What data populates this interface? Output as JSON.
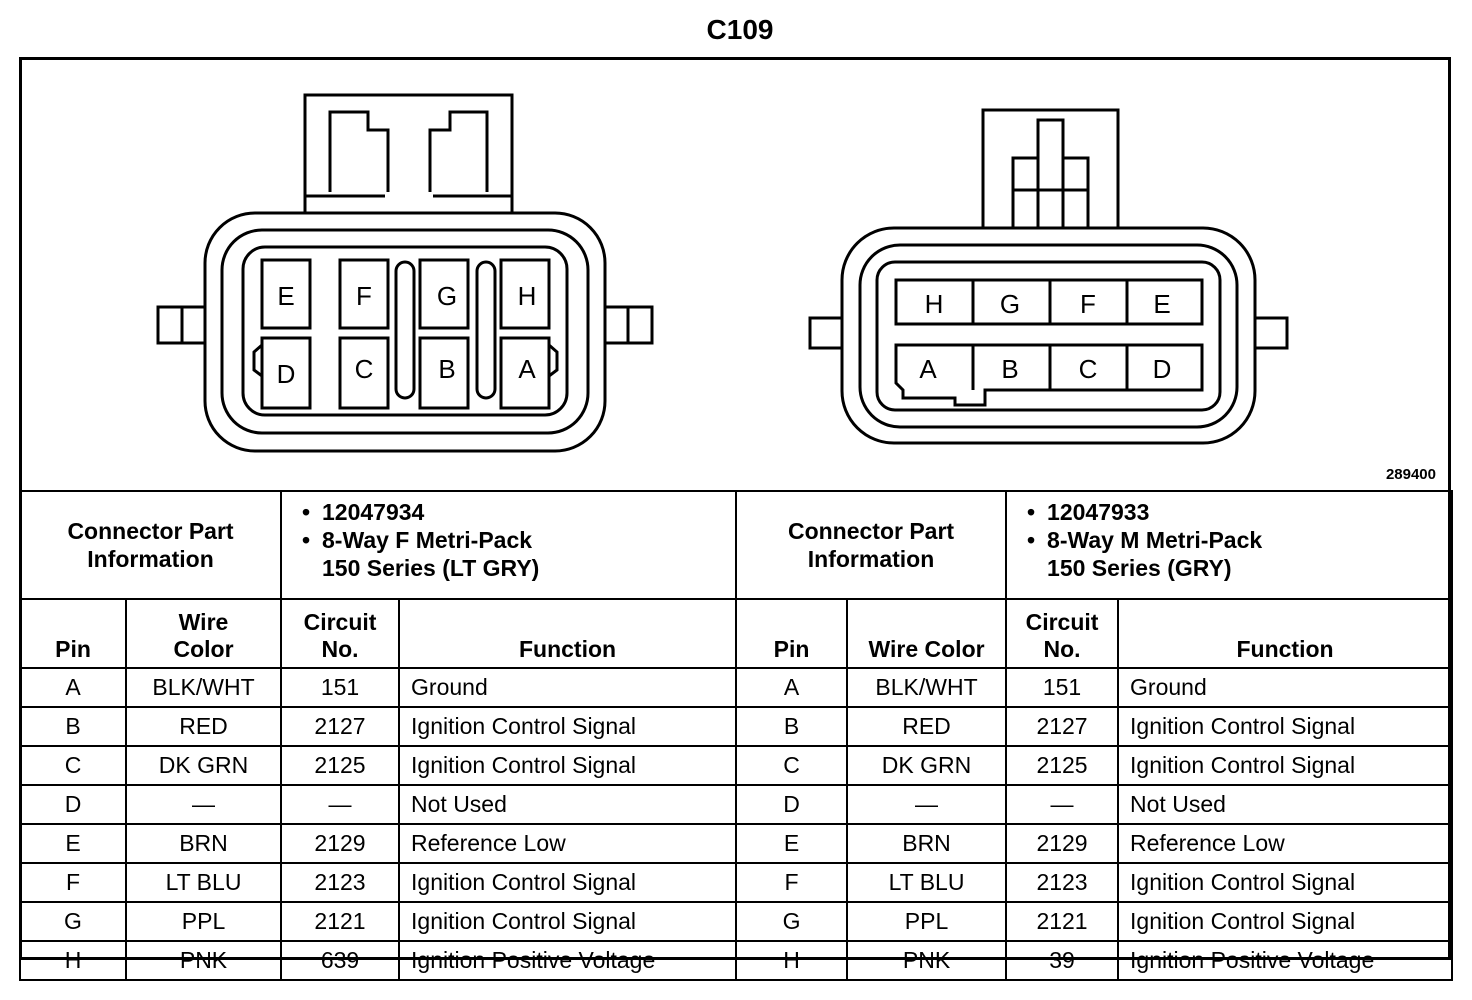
{
  "title": "C109",
  "figure_id": "289400",
  "left_connector": {
    "pins_top": [
      "E",
      "F",
      "G",
      "H"
    ],
    "pins_bottom": [
      "D",
      "C",
      "B",
      "A"
    ]
  },
  "right_connector": {
    "pins_top": [
      "H",
      "G",
      "F",
      "E"
    ],
    "pins_bottom": [
      "A",
      "B",
      "C",
      "D"
    ]
  },
  "left_table": {
    "info_label": "Connector Part Information",
    "part_number": "12047934",
    "description_line1": "8-Way F Metri-Pack",
    "description_line2": "150 Series (LT GRY)",
    "headers": {
      "pin": "Pin",
      "wire_color": "Wire Color",
      "circuit": "Circuit No.",
      "function": "Function"
    },
    "rows": [
      {
        "pin": "A",
        "wire": "BLK/WHT",
        "circuit": "151",
        "function": "Ground"
      },
      {
        "pin": "B",
        "wire": "RED",
        "circuit": "2127",
        "function": "Ignition Control Signal"
      },
      {
        "pin": "C",
        "wire": "DK GRN",
        "circuit": "2125",
        "function": "Ignition Control Signal"
      },
      {
        "pin": "D",
        "wire": "—",
        "circuit": "—",
        "function": "Not Used"
      },
      {
        "pin": "E",
        "wire": "BRN",
        "circuit": "2129",
        "function": "Reference Low"
      },
      {
        "pin": "F",
        "wire": "LT BLU",
        "circuit": "2123",
        "function": "Ignition Control Signal"
      },
      {
        "pin": "G",
        "wire": "PPL",
        "circuit": "2121",
        "function": "Ignition Control Signal"
      },
      {
        "pin": "H",
        "wire": "PNK",
        "circuit": "639",
        "function": "Ignition Positive Voltage"
      }
    ]
  },
  "right_table": {
    "info_label": "Connector Part Information",
    "part_number": "12047933",
    "description_line1": "8-Way M Metri-Pack",
    "description_line2": "150 Series (GRY)",
    "headers": {
      "pin": "Pin",
      "wire_color": "Wire Color",
      "circuit": "Circuit No.",
      "function": "Function"
    },
    "rows": [
      {
        "pin": "A",
        "wire": "BLK/WHT",
        "circuit": "151",
        "function": "Ground"
      },
      {
        "pin": "B",
        "wire": "RED",
        "circuit": "2127",
        "function": "Ignition Control Signal"
      },
      {
        "pin": "C",
        "wire": "DK GRN",
        "circuit": "2125",
        "function": "Ignition Control Signal"
      },
      {
        "pin": "D",
        "wire": "—",
        "circuit": "—",
        "function": "Not Used"
      },
      {
        "pin": "E",
        "wire": "BRN",
        "circuit": "2129",
        "function": "Reference Low"
      },
      {
        "pin": "F",
        "wire": "LT BLU",
        "circuit": "2123",
        "function": "Ignition Control Signal"
      },
      {
        "pin": "G",
        "wire": "PPL",
        "circuit": "2121",
        "function": "Ignition Control Signal"
      },
      {
        "pin": "H",
        "wire": "PNK",
        "circuit": "39",
        "function": "Ignition Positive Voltage"
      }
    ]
  }
}
